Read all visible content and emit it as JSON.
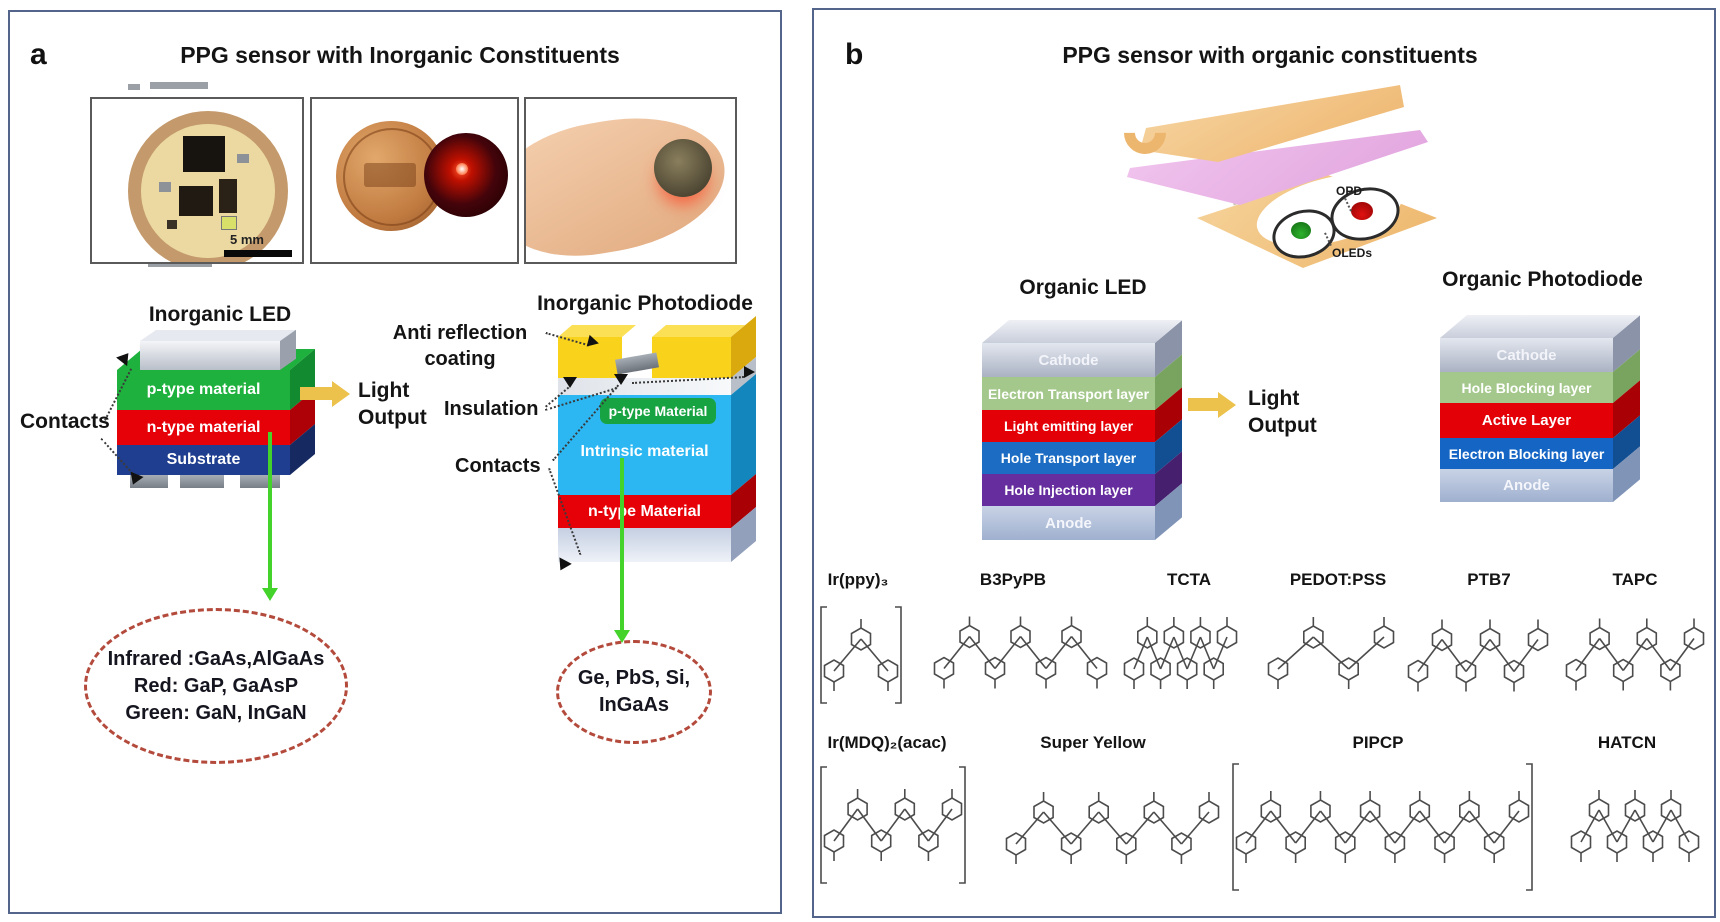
{
  "panel_a": {
    "label": "a",
    "title": "PPG sensor with Inorganic Constituents",
    "photos": {
      "scale_label": "5 mm"
    },
    "led": {
      "title": "Inorganic LED",
      "contacts_label": "Contacts",
      "light_line1": "Light",
      "light_line2": "Output",
      "layers": [
        "p-type material",
        "n-type material",
        "Substrate"
      ],
      "materials": [
        "Infrared :GaAs,AlGaAs",
        "Red: GaP, GaAsP",
        "Green: GaN, InGaN"
      ]
    },
    "photodiode": {
      "title": "Inorganic Photodiode",
      "anti_line1": "Anti reflection",
      "anti_line2": "coating",
      "insulation_label": "Insulation",
      "contacts_label": "Contacts",
      "layers": [
        "p-type Material",
        "Intrinsic material",
        "n-type Material"
      ],
      "materials": [
        "Ge, PbS, Si,",
        "InGaAs"
      ]
    }
  },
  "panel_b": {
    "label": "b",
    "title": "PPG sensor with organic constituents",
    "device": {
      "opd_label": "OPD",
      "oleds_label": "OLEDs"
    },
    "oled": {
      "title": "Organic LED",
      "light_line1": "Light",
      "light_line2": "Output",
      "layers": [
        "Cathode",
        "Electron Transport layer",
        "Light emitting layer",
        "Hole Transport layer",
        "Hole Injection layer",
        "Anode"
      ]
    },
    "opd": {
      "title": "Organic Photodiode",
      "layers": [
        "Cathode",
        "Hole Blocking layer",
        "Active Layer",
        "Electron Blocking layer",
        "Anode"
      ]
    },
    "molecules_row1": [
      "Ir(ppy)₃",
      "B3PyPB",
      "TCTA",
      "PEDOT:PSS",
      "PTB7",
      "TAPC"
    ],
    "molecules_row2": [
      "Ir(MDQ)₂(acac)",
      "Super Yellow",
      "PIPCP",
      "HATCN"
    ]
  },
  "colors": {
    "panel_border": "#54658c",
    "p_type_green": "#1fb13d",
    "n_type_red": "#e60008",
    "substrate_navy": "#203e8f",
    "intrinsic_cyan": "#2cb7f2",
    "anti_reflection_yellow": "#f9d21c",
    "etl_green": "#a4c88b",
    "emitting_red": "#e30007",
    "htl_blue": "#1b6cc2",
    "hil_purple": "#652d9e",
    "ebl_blue": "#1565c5",
    "cathode_silver": "#c5cbd8",
    "anode_silver": "#b7c2da",
    "light_arrow_yellow": "#ecc24d",
    "material_ellipse_red": "#b34a3c",
    "green_arrow": "#43d32b"
  }
}
